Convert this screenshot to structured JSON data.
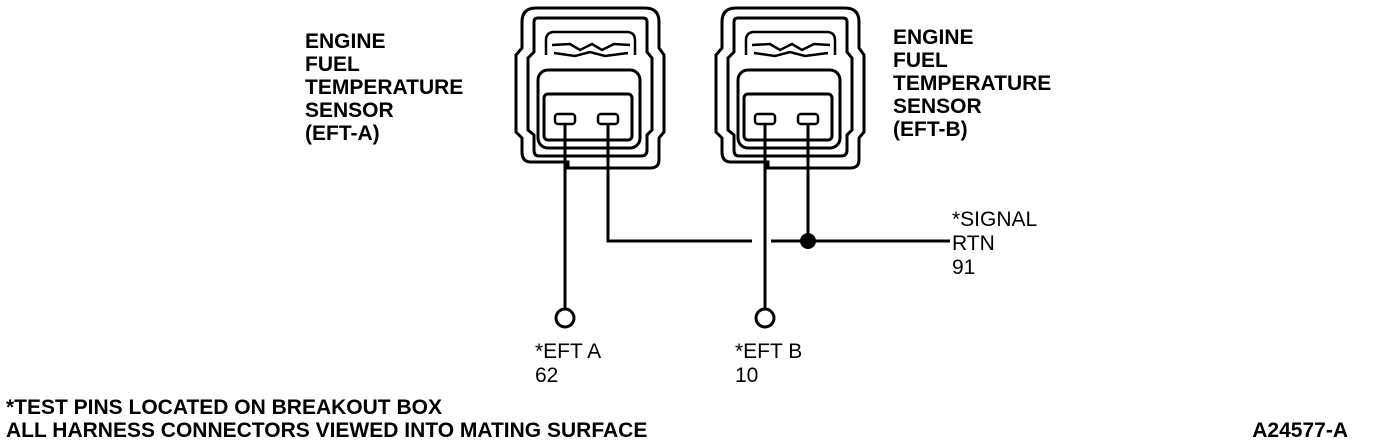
{
  "sensor_a": {
    "lines": [
      "ENGINE",
      "FUEL",
      "TEMPERATURE",
      "SENSOR",
      "(EFT-A)"
    ]
  },
  "sensor_b": {
    "lines": [
      "ENGINE",
      "FUEL",
      "TEMPERATURE",
      "SENSOR",
      "(EFT-B)"
    ]
  },
  "signal_rtn": {
    "lines": [
      "*SIGNAL",
      "RTN",
      "91"
    ]
  },
  "pin_eft_a": {
    "name": "*EFT A",
    "number": "62"
  },
  "pin_eft_b": {
    "name": "*EFT B",
    "number": "10"
  },
  "notes": {
    "line1": "*TEST PINS LOCATED ON BREAKOUT BOX",
    "line2": "ALL HARNESS CONNECTORS VIEWED INTO MATING SURFACE"
  },
  "figure_id": "A24577-A",
  "colors": {
    "ink": "#000000",
    "paper": "#ffffff"
  }
}
